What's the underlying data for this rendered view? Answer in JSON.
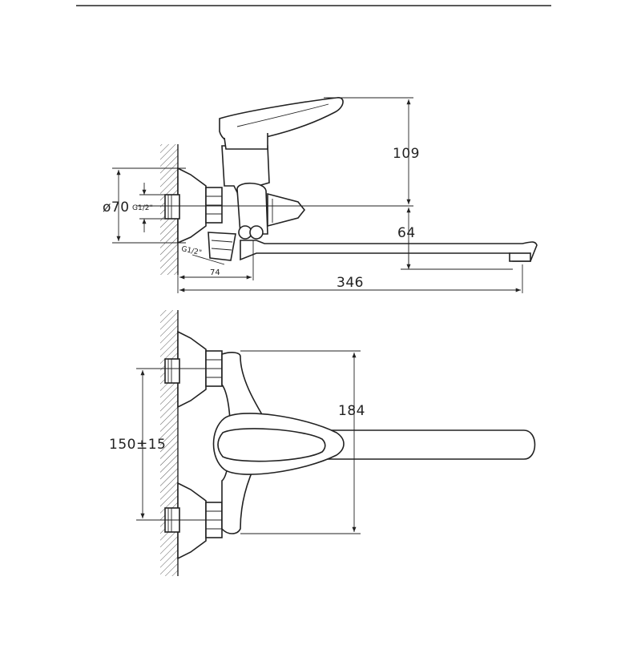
{
  "dimensions": {
    "height_handle": "109",
    "height_outlet": "64",
    "flange_diameter": "ø70",
    "thread_top": "G1/2\"",
    "thread_bottom": "G1/2\"",
    "offset": "74",
    "spout_length": "346",
    "depth": "184",
    "center_distance": "150±15"
  },
  "colors": {
    "line": "#222222",
    "background": "#ffffff"
  }
}
